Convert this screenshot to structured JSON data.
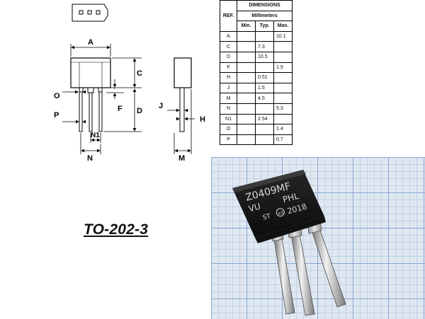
{
  "table": {
    "ref_header": "REF.",
    "dimensions_header": "DIMENSIONS",
    "unit_header": "Millimeters",
    "col_min": "Min.",
    "col_typ": "Typ.",
    "col_max": "Max.",
    "rows": [
      {
        "ref": "A",
        "min": "",
        "typ": "",
        "max": "10.1"
      },
      {
        "ref": "C",
        "min": "",
        "typ": "7.3",
        "max": ""
      },
      {
        "ref": "D",
        "min": "",
        "typ": "10.5",
        "max": ""
      },
      {
        "ref": "F",
        "min": "",
        "typ": "",
        "max": "1.5"
      },
      {
        "ref": "H",
        "min": "",
        "typ": "0.51",
        "max": ""
      },
      {
        "ref": "J",
        "min": "",
        "typ": "1.5",
        "max": ""
      },
      {
        "ref": "M",
        "min": "",
        "typ": "4.5",
        "max": ""
      },
      {
        "ref": "N",
        "min": "",
        "typ": "",
        "max": "5.3"
      },
      {
        "ref": "N1",
        "min": "",
        "typ": "2.54",
        "max": ""
      },
      {
        "ref": "O",
        "min": "",
        "typ": "",
        "max": "1.4"
      },
      {
        "ref": "P",
        "min": "",
        "typ": "",
        "max": "0.7"
      }
    ]
  },
  "drawing": {
    "labels": {
      "A": "A",
      "C": "C",
      "D": "D",
      "F": "F",
      "O": "O",
      "P": "P",
      "N": "N",
      "N1": "N1",
      "J": "J",
      "H": "H",
      "M": "M"
    }
  },
  "package_name": "TO-202-3",
  "photo": {
    "marking_line1": "Z0409MF",
    "marking_line2_left": "VU",
    "marking_line2_right": "PHL",
    "marking_code": "e3",
    "marking_year": "2018",
    "grid_color": "#8aa8cf"
  }
}
